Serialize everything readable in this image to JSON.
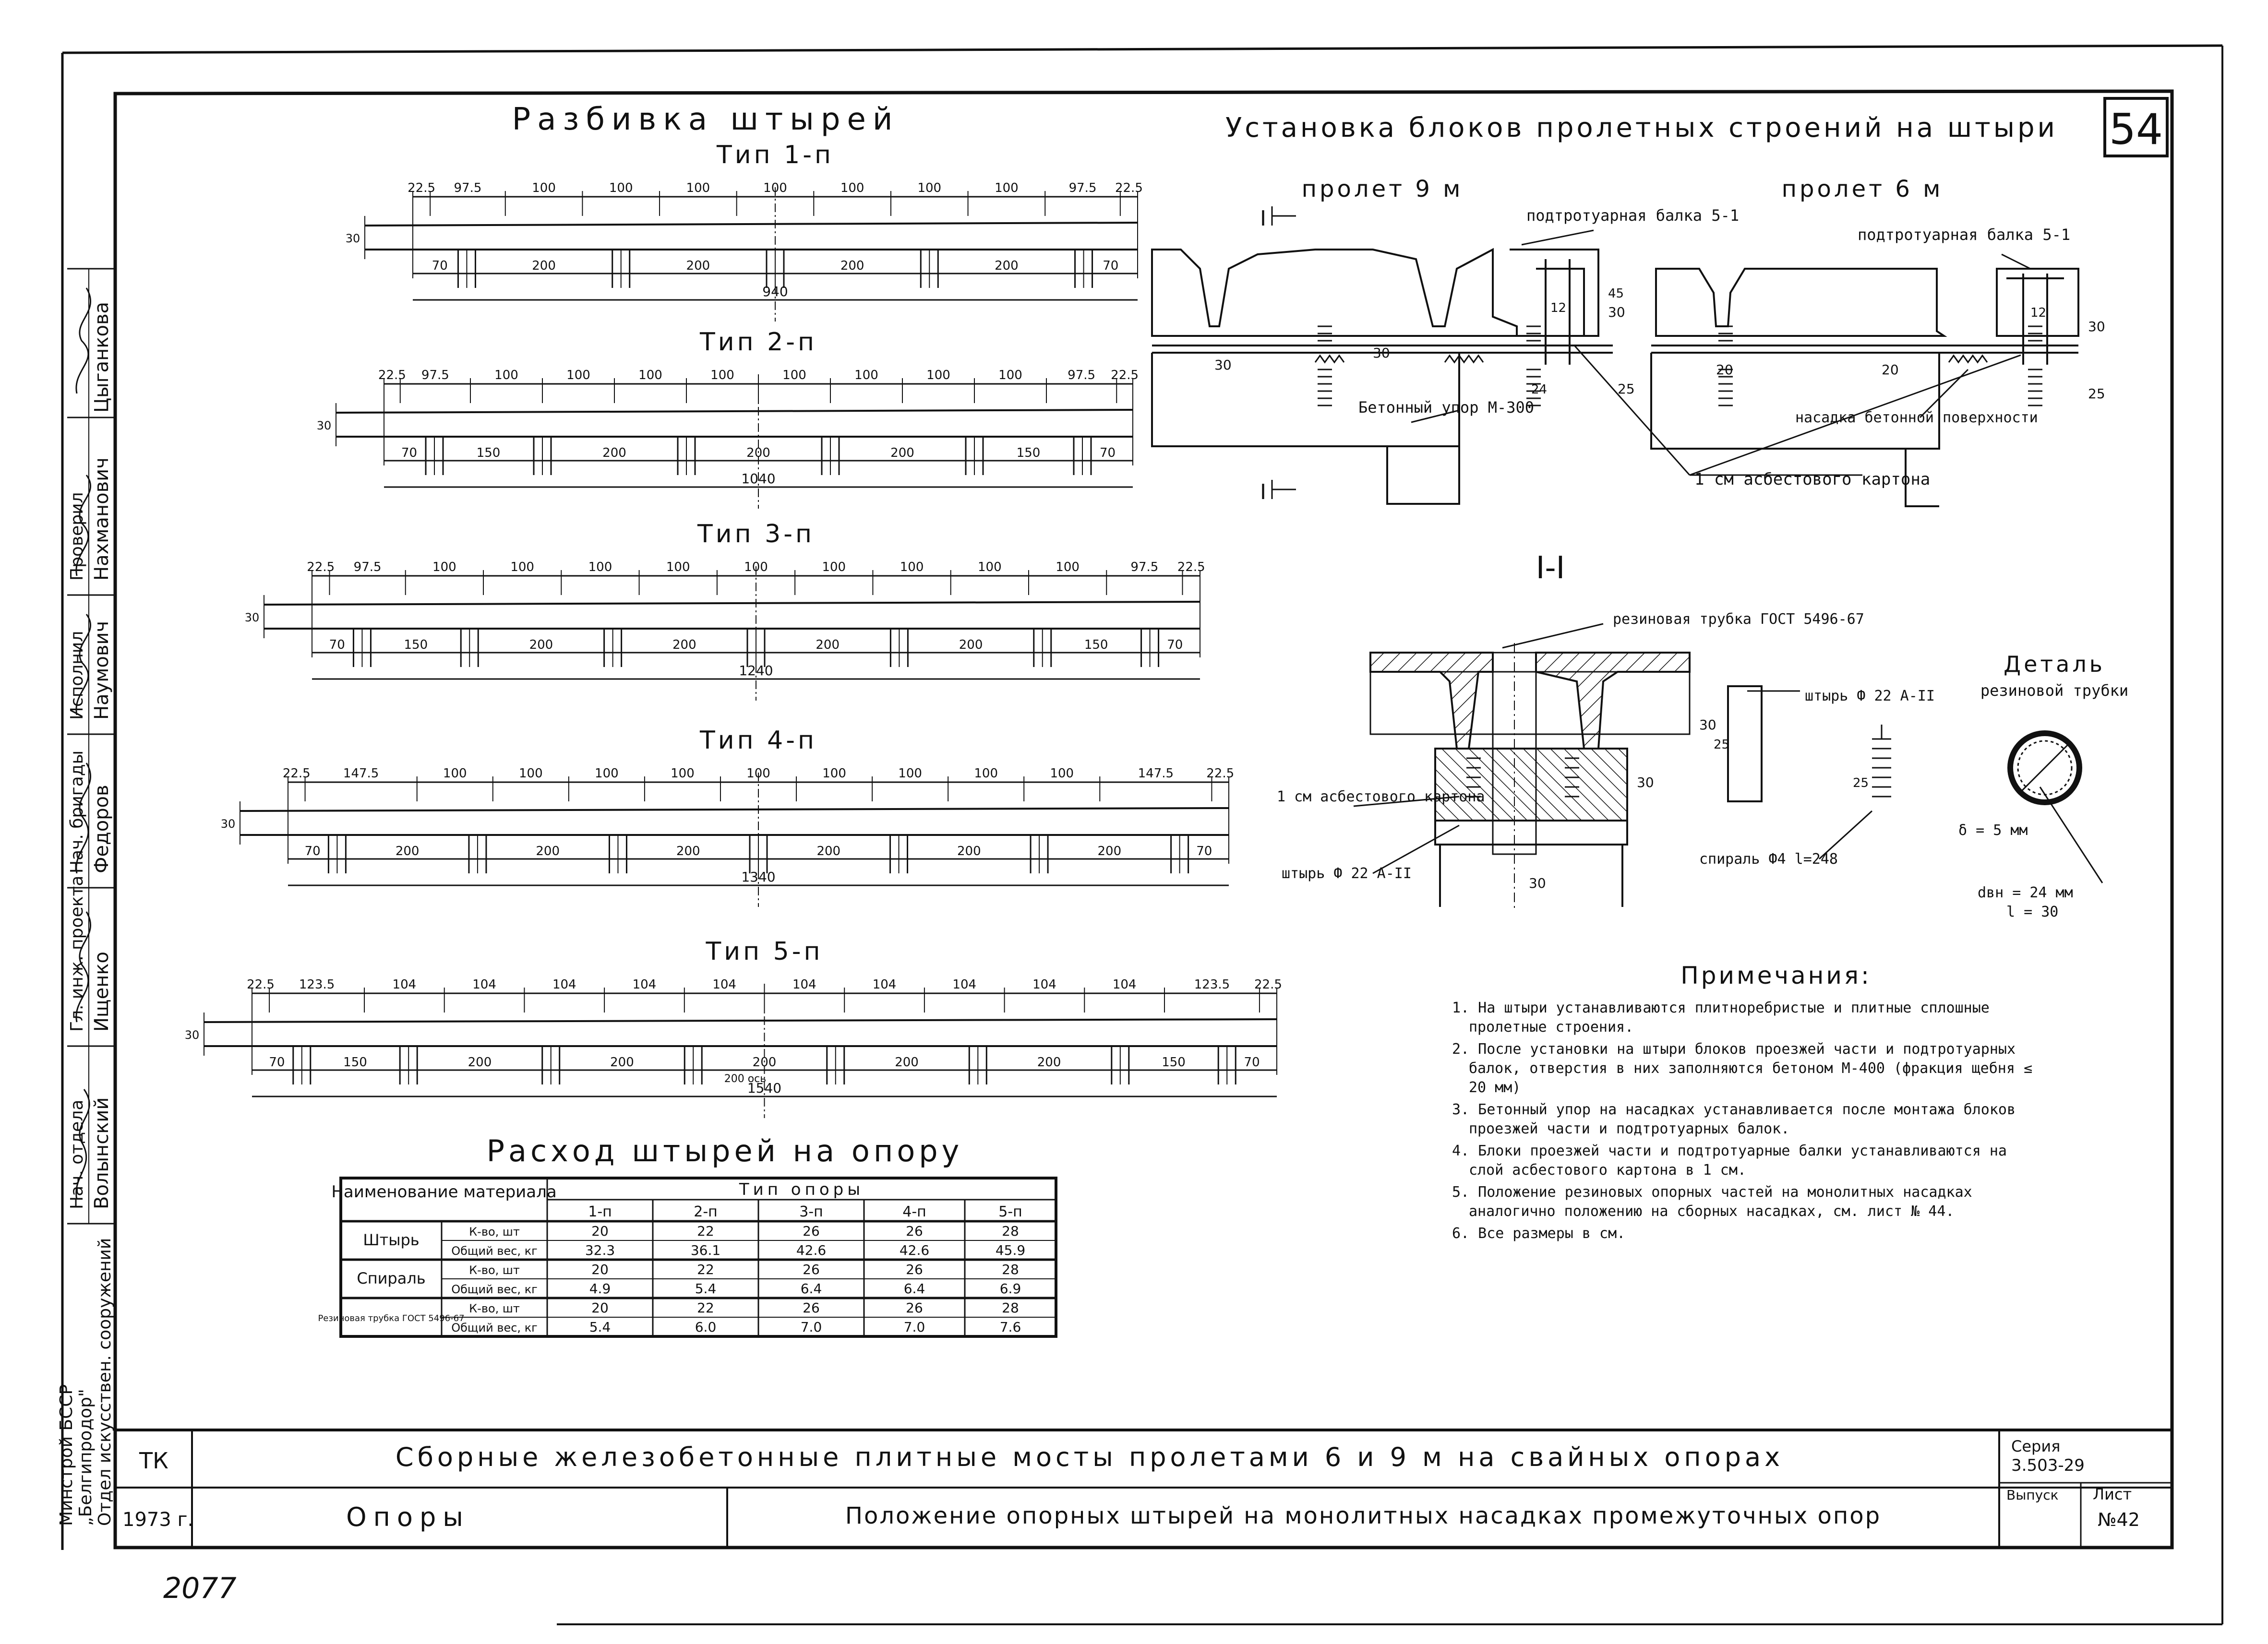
{
  "sheet": {
    "page_number": "54",
    "handwritten_number": "2077"
  },
  "left": {
    "title": "Разбивка штырей",
    "types": [
      {
        "name": "Тип 1-п",
        "top_dims": [
          "22.5",
          "97.5",
          "100",
          "100",
          "100",
          "100",
          "100",
          "100",
          "100",
          "97.5",
          "22.5"
        ],
        "bottom_dims": [
          "70",
          "200",
          "200",
          "200",
          "200",
          "70"
        ],
        "total": "940",
        "height": "30"
      },
      {
        "name": "Тип 2-п",
        "top_dims": [
          "22.5",
          "97.5",
          "100",
          "100",
          "100",
          "100",
          "100",
          "100",
          "100",
          "100",
          "97.5",
          "22.5"
        ],
        "bottom_dims": [
          "70",
          "150",
          "200",
          "200",
          "200",
          "150",
          "70"
        ],
        "total": "1040",
        "height": "30"
      },
      {
        "name": "Тип 3-п",
        "top_dims": [
          "22.5",
          "97.5",
          "100",
          "100",
          "100",
          "100",
          "100",
          "100",
          "100",
          "100",
          "100",
          "97.5",
          "22.5"
        ],
        "bottom_dims": [
          "70",
          "150",
          "200",
          "200",
          "200",
          "200",
          "150",
          "70"
        ],
        "total": "1240",
        "height": "30"
      },
      {
        "name": "Тип 4-п",
        "top_dims": [
          "22.5",
          "147.5",
          "100",
          "100",
          "100",
          "100",
          "100",
          "100",
          "100",
          "100",
          "100",
          "147.5",
          "22.5"
        ],
        "bottom_dims": [
          "70",
          "200",
          "200",
          "200",
          "200",
          "200",
          "200",
          "70"
        ],
        "total": "1340",
        "height": "30"
      },
      {
        "name": "Тип 5-п",
        "top_dims": [
          "22.5",
          "123.5",
          "104",
          "104",
          "104",
          "104",
          "104",
          "104",
          "104",
          "104",
          "104",
          "104",
          "123.5",
          "22.5"
        ],
        "bottom_dims": [
          "70",
          "150",
          "200",
          "200",
          "200",
          "200",
          "200",
          "150",
          "70"
        ],
        "total": "1540",
        "height": "30",
        "center_note": "200 ось"
      }
    ]
  },
  "right": {
    "title": "Установка блоков пролетных строений на штыри",
    "span9": {
      "title": "пролет 9 м",
      "labels": [
        "подтротуарная балка 5-1",
        "Бетонный упор М-300",
        "I",
        "I"
      ],
      "dims": [
        "30",
        "30",
        "30",
        "45",
        "12",
        "25",
        "24"
      ]
    },
    "span6": {
      "title": "пролет 6 м",
      "labels": [
        "подтротуарная балка 5-1",
        "насадка бетонной поверхности",
        "1 см асбестового картона"
      ],
      "dims": [
        "20",
        "20",
        "30",
        "25",
        "12"
      ]
    },
    "section": {
      "title": "I-I",
      "labels": [
        "резиновая трубка ГОСТ 5496-67",
        "штырь Ф 22 А-II",
        "1 см асбестового картона",
        "штырь Ф 22 А-II",
        "спираль Ф4 l=248"
      ],
      "dims": [
        "30",
        "30",
        "30",
        "25",
        "25"
      ]
    },
    "detail": {
      "title": "Деталь",
      "subtitle": "резиновой трубки",
      "delta": "δ = 5 мм",
      "dvn": "dвн = 24 мм",
      "l": "l = 30"
    }
  },
  "notes": {
    "title": "Примечания:",
    "items": [
      "1. На штыри устанавливаются плитноребристые и плитные сплошные пролетные строения.",
      "2. После установки на штыри блоков проезжей части и подтротуарных балок, отверстия в них заполняются бетоном М-400 (фракция щебня ≤ 20 мм)",
      "3. Бетонный упор на насадках устанавливается после монтажа блоков проезжей части и подтротуарных балок.",
      "4. Блоки проезжей части и подтротуарные балки устанавливаются на слой асбестового картона в 1 см.",
      "5. Положение резиновых опорных частей на монолитных насадках аналогично положению на сборных насадках, см. лист № 44.",
      "6. Все размеры в см."
    ]
  },
  "table": {
    "title": "Расход штырей на опору",
    "header_name": "Наименование материала",
    "header_type": "Тип опоры",
    "types": [
      "1-п",
      "2-п",
      "3-п",
      "4-п",
      "5-п"
    ],
    "groups": [
      {
        "name": "Штырь",
        "rows": [
          {
            "unit": "К-во, шт",
            "values": [
              "20",
              "22",
              "26",
              "26",
              "28"
            ]
          },
          {
            "unit": "Общий вес, кг",
            "values": [
              "32.3",
              "36.1",
              "42.6",
              "42.6",
              "45.9"
            ]
          }
        ]
      },
      {
        "name": "Спираль",
        "rows": [
          {
            "unit": "К-во, шт",
            "values": [
              "20",
              "22",
              "26",
              "26",
              "28"
            ]
          },
          {
            "unit": "Общий вес, кг",
            "values": [
              "4.9",
              "5.4",
              "6.4",
              "6.4",
              "6.9"
            ]
          }
        ]
      },
      {
        "name": "Резиновая трубка ГОСТ 5496-67",
        "rows": [
          {
            "unit": "К-во, шт",
            "values": [
              "20",
              "22",
              "26",
              "26",
              "28"
            ]
          },
          {
            "unit": "Общий вес, кг",
            "values": [
              "5.4",
              "6.0",
              "7.0",
              "7.0",
              "7.6"
            ]
          }
        ]
      }
    ]
  },
  "sidebar": {
    "roles": [
      "Нач. отдела",
      "Гл. инж. проекта",
      "Нач. бригады",
      "Исполнил",
      "Проверил"
    ],
    "names": [
      "Волынский",
      "Ищенко",
      "Федоров",
      "Наумович",
      "Нахманович",
      "Цыганкова"
    ],
    "org": [
      "Минстрой БССР",
      "„Белгипродор\"",
      "Отдел искусствен. сооружений"
    ]
  },
  "stamp": {
    "tk": "ТК",
    "year": "1973 г.",
    "main_title": "Сборные железобетонные плитные мосты пролетами 6 и 9 м на свайных опорах",
    "section": "Опоры",
    "sheet_title": "Положение опорных штырей на монолитных насадках промежуточных опор",
    "series_label": "Серия",
    "series": "3.503-29",
    "issue_label": "Выпуск",
    "sheet_label": "Лист",
    "sheet_no": "№42"
  }
}
